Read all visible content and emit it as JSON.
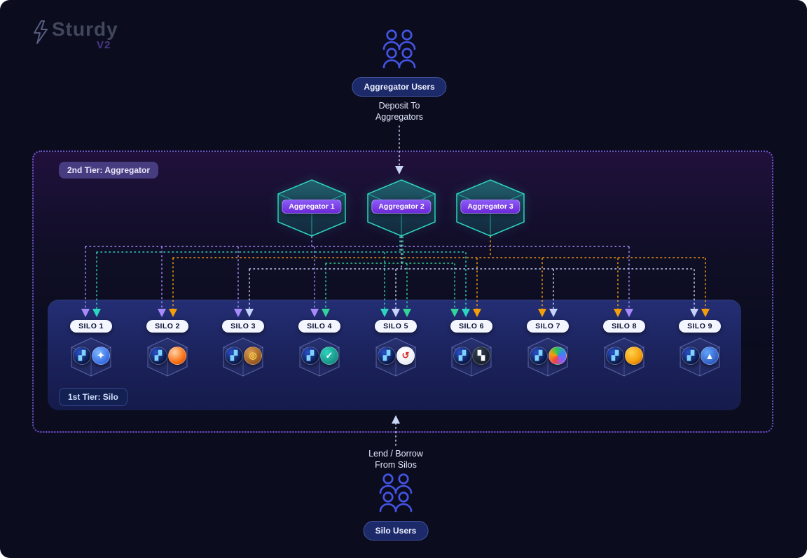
{
  "logo": {
    "brand": "Sturdy",
    "version": "V2"
  },
  "top_flow": {
    "users_badge": "Aggregator Users",
    "caption_line1": "Deposit To",
    "caption_line2": "Aggregators"
  },
  "aggregator_tier": {
    "tier_badge": "2nd Tier: Aggregator",
    "aggregators": [
      {
        "label": "Aggregator 1"
      },
      {
        "label": "Aggregator 2"
      },
      {
        "label": "Aggregator 3"
      }
    ]
  },
  "silo_tier": {
    "tier_badge": "1st Tier: Silo",
    "base_token": {
      "bg": "radial-gradient(circle at 35% 30%, #2b50c8, #0a1745 72%)",
      "fg": "#7dd3fc",
      "glyph": "▞"
    },
    "silos": [
      {
        "label": "SILO 1",
        "quote": {
          "bg": "radial-gradient(circle at 35% 30%, #7cb6ff, #1d4ed8)",
          "fg": "#ffffff",
          "glyph": "✦"
        }
      },
      {
        "label": "SILO 2",
        "quote": {
          "bg": "radial-gradient(circle at 35% 30%, #ffd2a8, #f97316 60%, #c2410c)",
          "fg": "#ffffff",
          "glyph": ""
        }
      },
      {
        "label": "SILO 3",
        "quote": {
          "bg": "radial-gradient(circle at 35% 30%, #d99a4e, #7c3f0d)",
          "fg": "#fcd34d",
          "glyph": "◎"
        }
      },
      {
        "label": "SILO 4",
        "quote": {
          "bg": "radial-gradient(circle at 35% 30%, #2dd4bf, #0f766e)",
          "fg": "#ffffff",
          "glyph": "✓"
        }
      },
      {
        "label": "SILO 5",
        "quote": {
          "bg": "radial-gradient(circle at 35% 30%, #ffffff, #e2e8f0)",
          "fg": "#dc2626",
          "glyph": "↺"
        }
      },
      {
        "label": "SILO 6",
        "quote": {
          "bg": "radial-gradient(circle at 35% 30%, #334155, #0b0f19)",
          "fg": "#f8fafc",
          "glyph": "▚"
        }
      },
      {
        "label": "SILO 7",
        "quote": {
          "bg": "conic-gradient(from 210deg, #ef4444, #f59e0b, #22c55e, #3b82f6, #8b5cf6, #ef4444)",
          "fg": "#ffffff",
          "glyph": ""
        }
      },
      {
        "label": "SILO 8",
        "quote": {
          "bg": "radial-gradient(circle at 35% 30%, #fcd34d, #f59e0b 60%, #b45309)",
          "fg": "#ffffff",
          "glyph": ""
        }
      },
      {
        "label": "SILO 9",
        "quote": {
          "bg": "radial-gradient(circle at 35% 30%, #60a5fa, #1e40af)",
          "fg": "#ffffff",
          "glyph": "▲"
        }
      }
    ]
  },
  "bottom_flow": {
    "caption_line1": "Lend / Borrow",
    "caption_line2": "From Silos",
    "users_badge": "Silo Users"
  },
  "colors": {
    "canvas_bg": "#0b0d1f",
    "line_purple": "#a78bfa",
    "line_teal": "#2dd4bf",
    "line_orange": "#f59e0b",
    "line_green": "#34d399",
    "line_lavender": "#c7d2fe",
    "line_white": "#cbd5f5",
    "aggregator_stroke": "#2dd4bf",
    "outer_border": "#6c55c8"
  }
}
